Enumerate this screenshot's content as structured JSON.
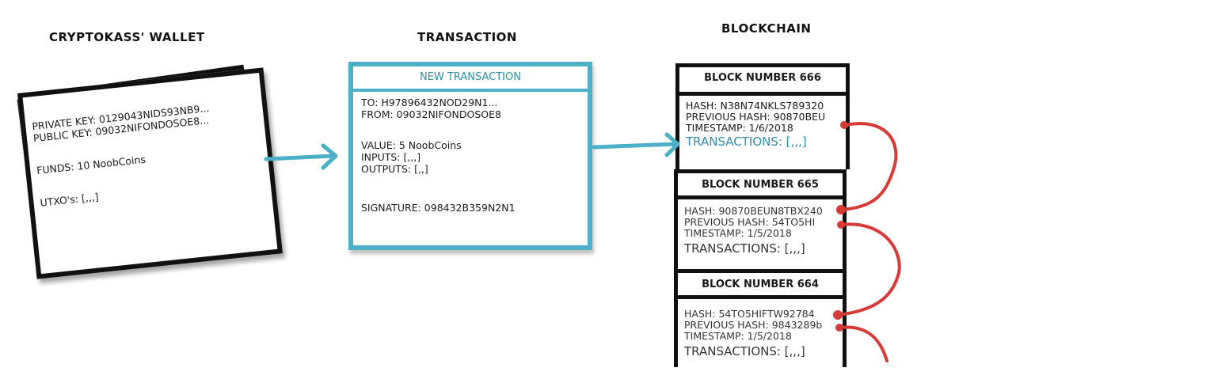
{
  "headings": {
    "wallet": "CRYPTOKASS' WALLET",
    "transaction": "TRANSACTION",
    "blockchain": "BLOCKCHAIN"
  },
  "wallet": {
    "private_key": "PRIVATE KEY: 0129043NIDS93NB9...",
    "public_key": "PUBLIC KEY: 09032NIFONDOSOE8...",
    "funds": "FUNDS: 10 NoobCoins",
    "utxos": "UTXO's: [,,,]"
  },
  "transaction": {
    "header": "NEW TRANSACTION",
    "to": "TO: H97896432NOD29N1...",
    "from": "FROM: 09032NIFONDOSOE8",
    "value": "VALUE: 5 NoobCoins",
    "inputs": "INPUTS: [,,,]",
    "outputs": "OUTPUTS: [,,]",
    "signature": "SIGNATURE: 098432B359N2N1"
  },
  "blocks": [
    {
      "title": "BLOCK NUMBER 666",
      "hash": "HASH: N38N74NKLS789320",
      "previous_hash": "PREVIOUS HASH: 90870BEU",
      "timestamp": "TIMESTAMP: 1/6/2018",
      "transactions": "TRANSACTIONS: [,,,]"
    },
    {
      "title": "BLOCK NUMBER 665",
      "hash": "HASH: 90870BEUN8TBX240",
      "previous_hash": "PREVIOUS HASH: 54TO5HI",
      "timestamp": "TIMESTAMP: 1/5/2018",
      "transactions": "TRANSACTIONS: [,,,]"
    },
    {
      "title": "BLOCK NUMBER 664",
      "hash": "HASH: 54TO5HIFTW92784",
      "previous_hash": "PREVIOUS HASH: 9843289b",
      "timestamp": "TIMESTAMP: 1/5/2018",
      "transactions": "TRANSACTIONS: [,,,]"
    }
  ],
  "colors": {
    "transaction_accent": "#4bb0c8",
    "link_color": "#d63b35",
    "outline": "#111111"
  }
}
